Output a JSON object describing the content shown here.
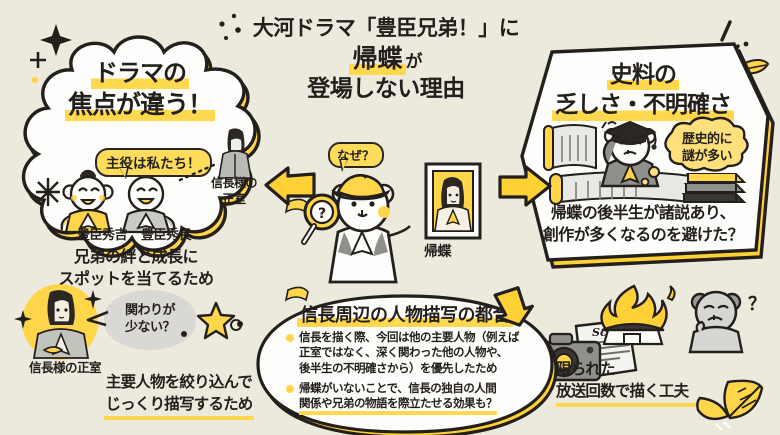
{
  "background_color": "#ece9dd",
  "accent_yellow": "#ffd64a",
  "ink": "#231f1c",
  "gray": "#8c8c88",
  "title": {
    "line1": "大河ドラマ「豊臣兄弟！」に",
    "line2_highlight": "帰蝶",
    "line2_suffix": "が",
    "line3": "登場しない理由"
  },
  "center": {
    "speech_naze": "なぜ？",
    "magnifier_label": "？",
    "portrait_caption": "帰蝶",
    "detective_icon": "detective-bear-icon",
    "portrait_icon": "kicho-portrait-icon"
  },
  "left_bubble": {
    "heading_line1": "ドラマの",
    "heading_line2": "焦点が違う！",
    "speech": "主役は私たち！",
    "names": [
      "豊臣秀吉",
      "豊臣秀長"
    ],
    "footer_line1": "兄弟の絆と成長に",
    "footer_line2": "スポットを当てるため",
    "side_caption_line1": "信長様の",
    "side_caption_line2": "正室"
  },
  "right_bubble": {
    "heading_line1": "史料の",
    "heading_line2": "乏しさ・不明確さ",
    "think_line1": "歴史的に",
    "think_line2": "謎が多い",
    "footer_line1": "帰蝶の後半生が諸説あり、",
    "footer_line2": "創作が多くなるのを避けた？",
    "scroll_icon": "scroll-icon",
    "books_icon": "stacked-books-icon",
    "scholar_icon": "scholar-bear-icon"
  },
  "bottom_center": {
    "heading": "信長周辺の人物描写の都合",
    "bullets": [
      "信長を描く際、今回は他の主要人物（例えば正室ではなく、深く関わった他の人物や、後半生の不明確さから）を優先したため",
      "帰蝶がいないことで、信長の独自の人間関係や兄弟の物語を際立たせる効果も？"
    ],
    "bullet1_lines": [
      "信長を描く際、今回は他の主要人物（例えば",
      "正室ではなく、深く関わった他の人物や、",
      "後半生の不明確さから）を優先したため"
    ],
    "bullet2_lines": [
      "帰蝶がいないことで、信長の独自の人間",
      "関係や兄弟の物語を際立たせる効果も？"
    ]
  },
  "bottom_left": {
    "caption": "信長様の正室",
    "gray_bubble_line1": "関わりが",
    "gray_bubble_line2": "少ない？",
    "footer_line1": "主要人物を絞り込んで",
    "footer_line2": "じっくり描写するため",
    "princess_icon": "princess-figure-icon",
    "star_icon": "star-icon",
    "sparkle_icon": "sparkle-icon"
  },
  "bottom_right": {
    "footer_line1": "限られた",
    "footer_line2": "放送回数で描く工夫",
    "camera_icon": "camera-icon",
    "script_icon": "script-page-icon",
    "script_label": "Script",
    "fire_icon": "burning-temple-icon",
    "worried_icon": "worried-bear-icon",
    "question_mark": "？",
    "leaf_icon": "leaf-icon"
  },
  "arrows": {
    "left_arrow_icon": "arrow-left-icon",
    "right_arrow_icon": "arrow-right-icon",
    "down_arrow_icon": "arrow-down-icon"
  }
}
